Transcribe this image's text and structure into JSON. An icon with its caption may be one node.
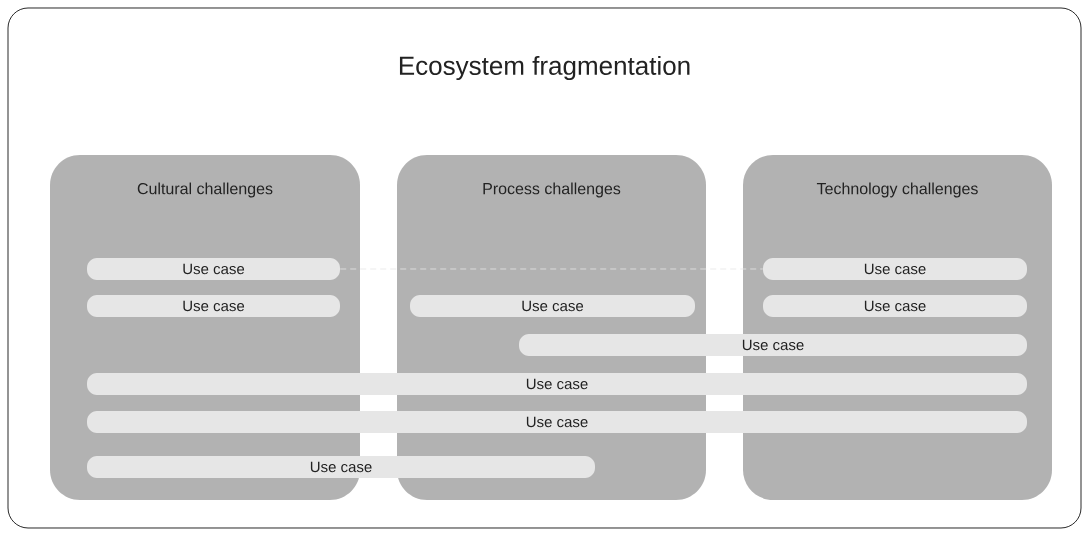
{
  "diagram": {
    "nodes": [
      {
        "text": [
          "Ecosystem fragmentation"
        ]
      },
      {
        "text": [
          "Cultural challenges"
        ],
        "in": 0
      },
      {
        "text": [
          "Process challenges"
        ],
        "in": 0
      },
      {
        "text": [
          "Technology challenges"
        ],
        "in": 0
      },
      {
        "text": [
          "Use case"
        ],
        "in": 1
      },
      {
        "text": [
          "Use case"
        ],
        "in": 3
      },
      {
        "text": [
          "Use case"
        ],
        "in": 1
      },
      {
        "text": [
          "Use case"
        ],
        "in": 2
      },
      {
        "text": [
          "Use case"
        ],
        "in": 3
      },
      {
        "text": [
          "Use case"
        ],
        "in": 0
      },
      {
        "text": [
          "Use case"
        ],
        "in": 0
      },
      {
        "text": [
          "Use case"
        ],
        "in": 0
      },
      {
        "text": [
          "Use case"
        ],
        "in": 0
      }
    ],
    "edges": [
      {
        "from": 4,
        "to": 5,
        "arrow": "none",
        "style": "dashed",
        "color": "#e6e6e6"
      }
    ]
  }
}
